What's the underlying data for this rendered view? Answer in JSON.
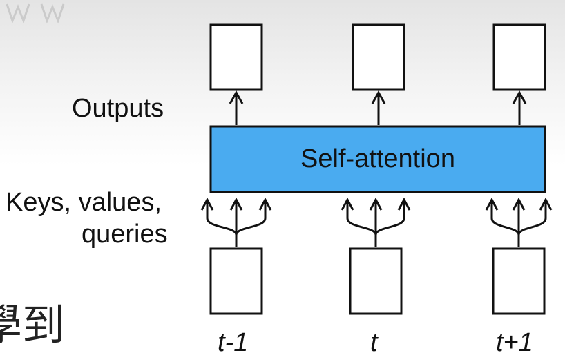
{
  "labels": {
    "outputs": "Outputs",
    "kvq_line1": "Keys, values,",
    "kvq_line2": "queries",
    "self_attention": "Self-attention",
    "partial_text": "學到"
  },
  "time_steps": [
    "t-1",
    "t",
    "t+1"
  ],
  "colors": {
    "self_attention_fill": "#4aabf0",
    "stroke": "#111111",
    "box_fill": "#ffffff"
  }
}
